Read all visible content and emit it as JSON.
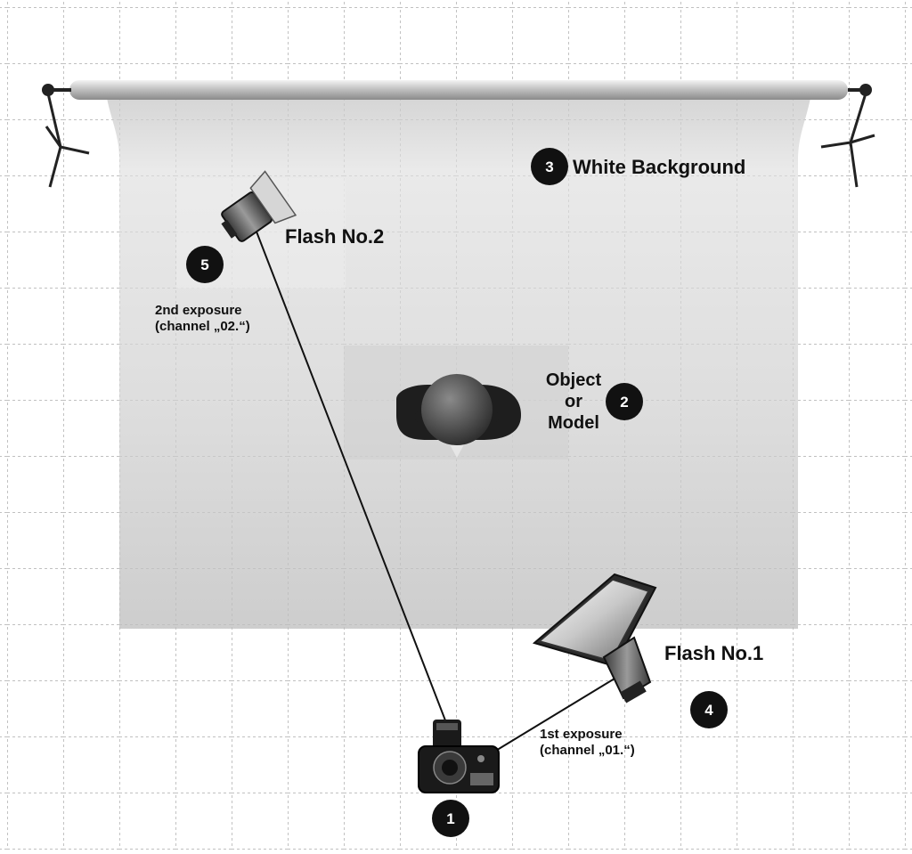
{
  "markers": {
    "camera": "1",
    "object": "2",
    "background": "3",
    "flash1": "4",
    "flash2": "5"
  },
  "labels": {
    "background": "White Background",
    "flash2": "Flash No.2",
    "flash1": "Flash No.1",
    "object_line1": "Object",
    "object_line2": "or",
    "object_line3": "Model",
    "exposure2_line1": "2nd exposure",
    "exposure2_line2": "(channel „02.“)",
    "exposure1_line1": "1st exposure",
    "exposure1_line2": "(channel „01.“)"
  },
  "icons": [
    "light-stand-icon",
    "flash-head-icon",
    "softbox-flash-icon",
    "person-topview-icon",
    "camera-icon"
  ],
  "colors": {
    "grid": "#9a9a9a",
    "backdrop": "#dcdcdc",
    "marker": "#111111",
    "text": "#111111"
  }
}
